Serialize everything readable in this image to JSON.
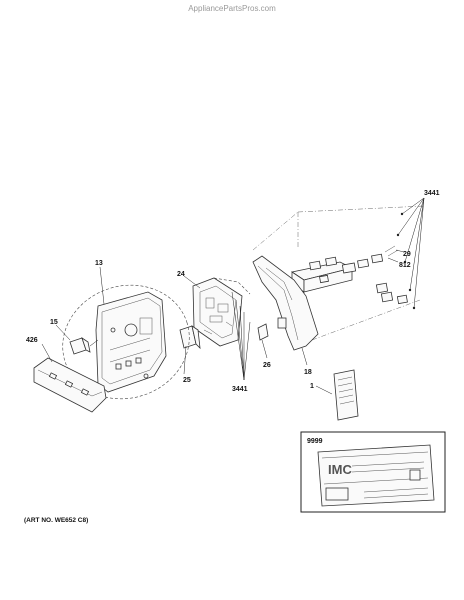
{
  "watermark": "AppliancePartsPros.com",
  "art_number": "(ART NO. WE652 C8)",
  "callouts": {
    "p3441_top": "3441",
    "p29": "29",
    "p812": "812",
    "p13": "13",
    "p24": "24",
    "p15": "15",
    "p426": "426",
    "p25": "25",
    "p26": "26",
    "p18": "18",
    "p3441_bottom": "3441",
    "p1": "1",
    "p9999": "9999"
  },
  "label_card": {
    "logo": "IMC"
  }
}
